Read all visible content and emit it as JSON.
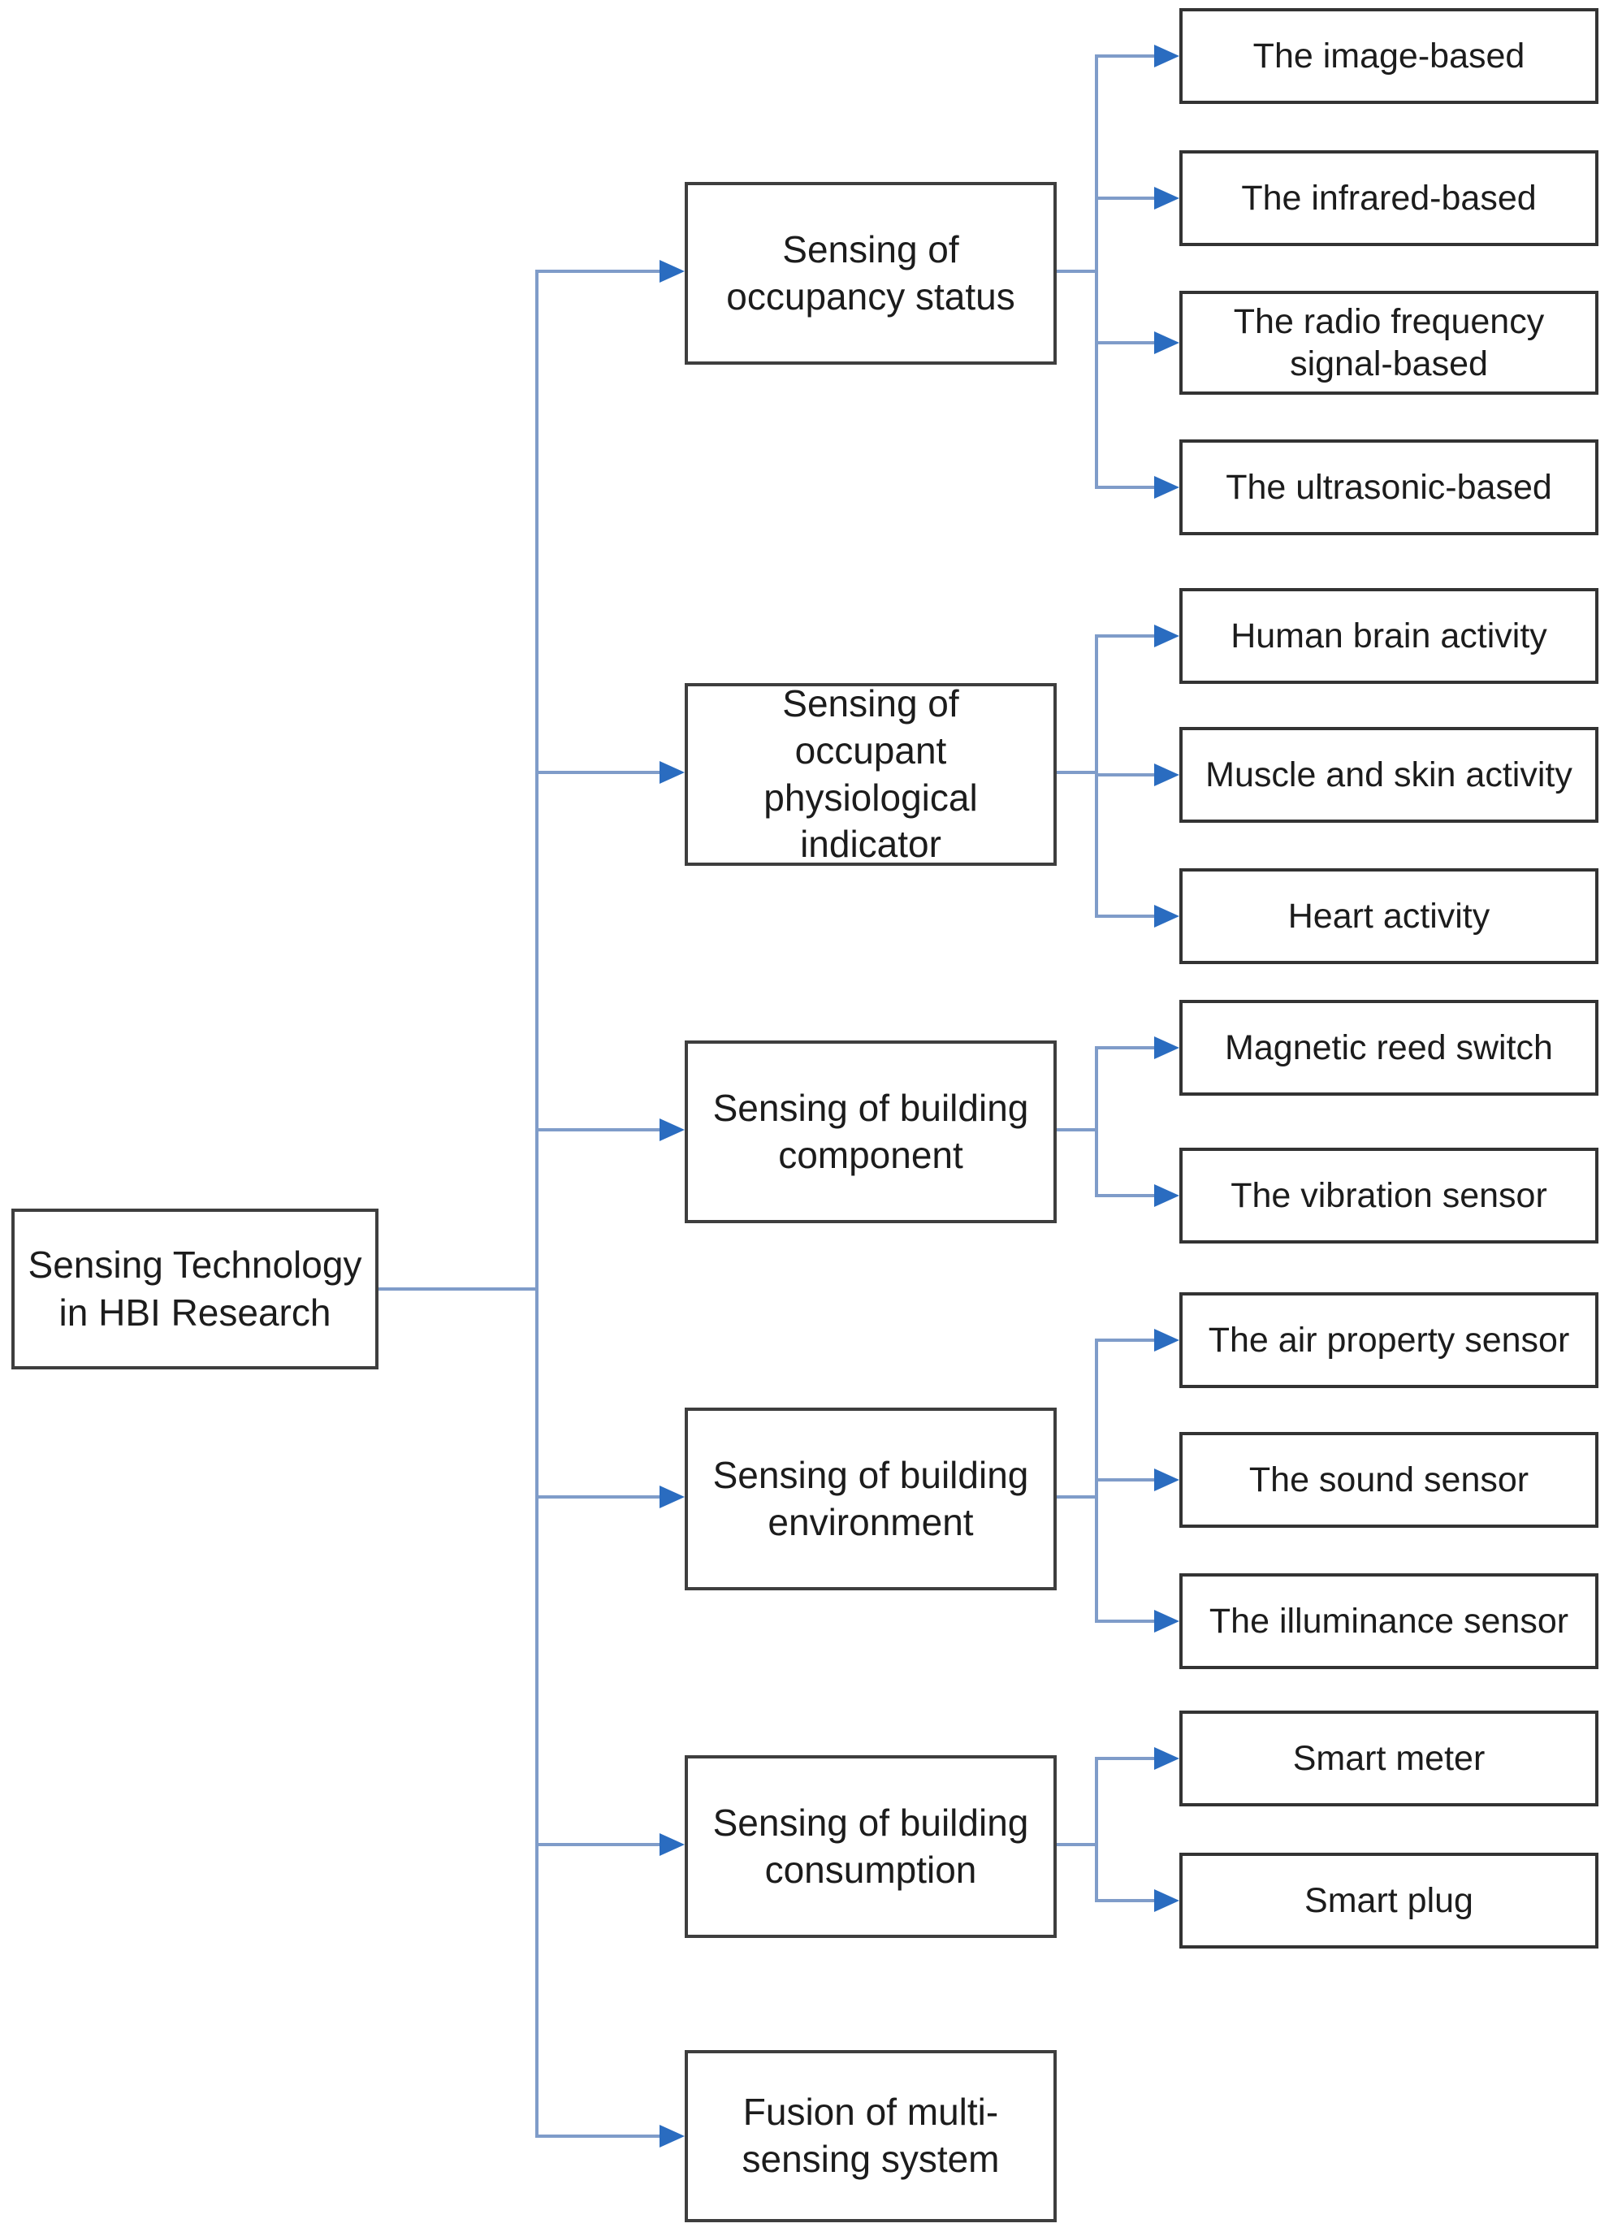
{
  "figure": {
    "title": "Sensing Technology in HBI Research tree diagram",
    "root": {
      "label": "Sensing Technology in HBI Research"
    },
    "groups": [
      {
        "label": "Sensing of occupancy status",
        "children": [
          "The image-based",
          "The infrared-based",
          "The radio frequency signal-based",
          "The ultrasonic-based"
        ]
      },
      {
        "label": "Sensing of occupant physiological indicator",
        "children": [
          "Human brain activity",
          "Muscle and skin activity",
          "Heart activity"
        ]
      },
      {
        "label": "Sensing of building component",
        "children": [
          "Magnetic reed switch",
          "The vibration sensor"
        ]
      },
      {
        "label": "Sensing of building environment",
        "children": [
          "The air property sensor",
          "The sound sensor",
          "The illuminance sensor"
        ]
      },
      {
        "label": "Sensing of building consumption",
        "children": [
          "Smart meter",
          "Smart plug"
        ]
      },
      {
        "label": "Fusion of multi-sensing system",
        "children": []
      }
    ],
    "colors": {
      "connector_line": "#7f9cc9",
      "arrowhead": "#2a6cc0",
      "box_border": "#3e3e3e",
      "text": "#1c1c1c",
      "background": "#ffffff"
    }
  }
}
